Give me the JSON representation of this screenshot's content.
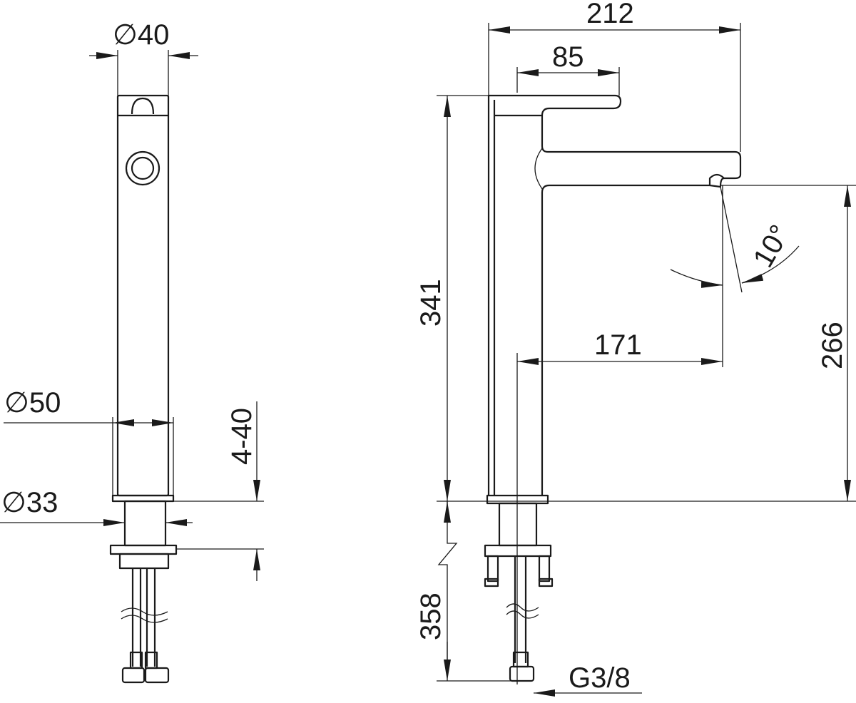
{
  "drawing": {
    "front_view": {
      "dims": {
        "top_diameter": "∅40",
        "body_diameter": "∅50",
        "shank_diameter": "∅33",
        "deck_thickness": "4-40"
      }
    },
    "side_view": {
      "dims": {
        "total_reach": "212",
        "handle_length": "85",
        "height": "341",
        "spout_angle": "10°",
        "spout_reach": "171",
        "spout_height": "266",
        "hose_length": "358",
        "connection": "G3/8"
      }
    }
  }
}
